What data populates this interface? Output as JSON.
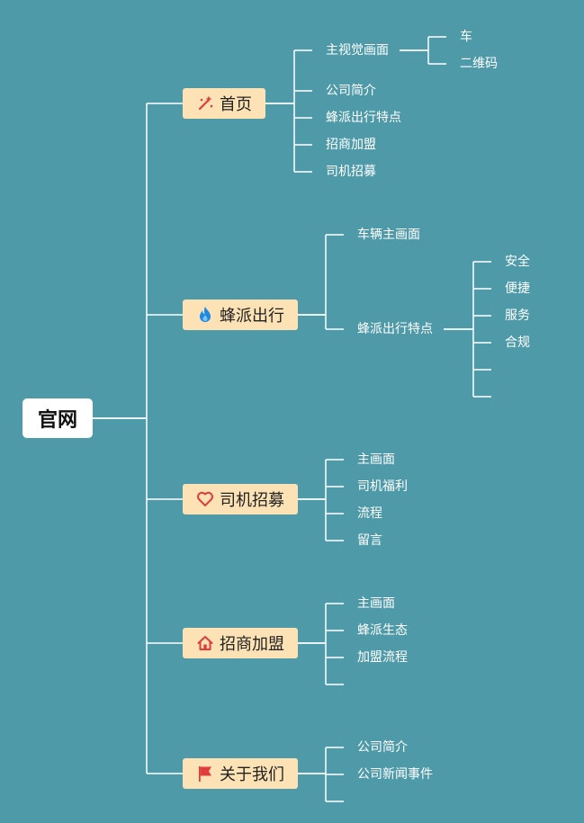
{
  "root": {
    "label": "官网"
  },
  "colors": {
    "background": "#4f9aa8",
    "branch_fill": "#fde2b6",
    "line": "#ffffff",
    "icon_red": "#e23b3b",
    "icon_blue": "#1e88e5"
  },
  "branches": [
    {
      "label": "首页",
      "icon": "magic-wand-icon",
      "items": [
        {
          "label": "主视觉画面",
          "items": [
            {
              "label": "车"
            },
            {
              "label": "二维码"
            }
          ]
        },
        {
          "label": "公司简介"
        },
        {
          "label": "蜂派出行特点"
        },
        {
          "label": "招商加盟"
        },
        {
          "label": "司机招募"
        }
      ]
    },
    {
      "label": "蜂派出行",
      "icon": "flame-icon",
      "items": [
        {
          "label": "车辆主画面"
        },
        {
          "label": "蜂派出行特点",
          "items": [
            {
              "label": "安全"
            },
            {
              "label": "便捷"
            },
            {
              "label": "服务"
            },
            {
              "label": "合规"
            },
            {
              "label": ""
            },
            {
              "label": ""
            }
          ]
        }
      ]
    },
    {
      "label": "司机招募",
      "icon": "heart-icon",
      "items": [
        {
          "label": "主画面"
        },
        {
          "label": "司机福利"
        },
        {
          "label": "流程"
        },
        {
          "label": "留言"
        }
      ]
    },
    {
      "label": "招商加盟",
      "icon": "home-icon",
      "items": [
        {
          "label": "主画面"
        },
        {
          "label": "蜂派生态"
        },
        {
          "label": "加盟流程"
        },
        {
          "label": ""
        }
      ]
    },
    {
      "label": "关于我们",
      "icon": "flag-icon",
      "items": [
        {
          "label": "公司简介"
        },
        {
          "label": "公司新闻事件"
        },
        {
          "label": ""
        }
      ]
    }
  ]
}
